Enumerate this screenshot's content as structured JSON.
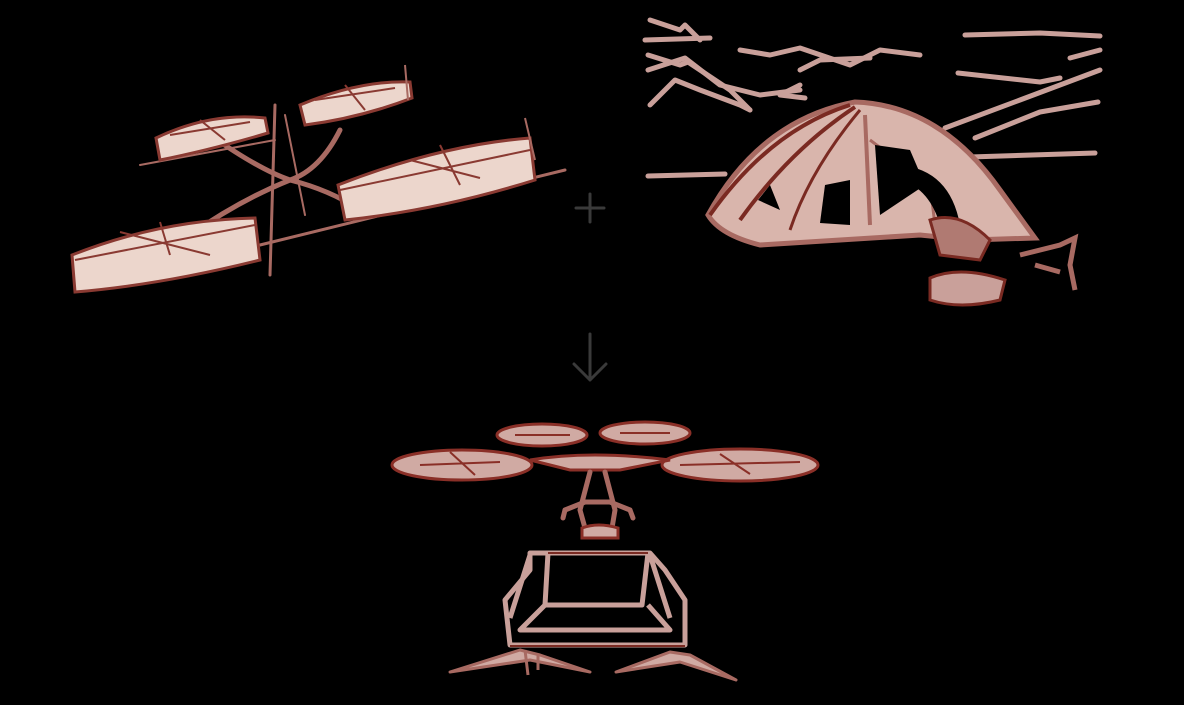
{
  "diagram": {
    "type": "concept-combination",
    "background": "#000000",
    "stroke_color": "#c9a09a",
    "stroke_dark": "#7a2a22",
    "fill_light": "#ecd6cc",
    "operator_color": "#3a3a3a",
    "inputs": [
      {
        "id": "drone",
        "label": "Quadcopter drone sketch",
        "position": "top-left"
      },
      {
        "id": "tent",
        "label": "Dome tent in mountain landscape sketch",
        "position": "top-right"
      }
    ],
    "operator": {
      "symbol": "+",
      "label": "plus",
      "position": "between inputs"
    },
    "transition": {
      "symbol": "↓",
      "label": "down arrow",
      "position": "center"
    },
    "output": {
      "id": "drone-tent",
      "label": "Drone carrying a tent-like cabin sketch",
      "position": "bottom-center"
    }
  }
}
